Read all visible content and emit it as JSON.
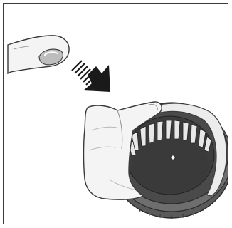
{
  "figure": {
    "kind": "instruction-illustration",
    "steps": [
      {
        "element": "finger-with-grease",
        "icon": "fingertip-icon"
      },
      {
        "element": "direction-arrow",
        "icon": "arrow-down-right-icon"
      },
      {
        "element": "hand-applying",
        "icon": "hand-icon"
      },
      {
        "element": "filter-unit",
        "icon": "round-filter-icon"
      }
    ]
  },
  "colors": {
    "outline": "#3a3a3a",
    "skin_light": "#f4f4f4",
    "skin_shadow": "#d6d6d6",
    "filter_dark": "#4a4a4a",
    "filter_mid": "#6e6e6e",
    "filter_inner": "#3c3c3c",
    "pleat": "#e8e8e8",
    "grease": "#bdbdbd",
    "arrow": "#1a1a1a"
  }
}
